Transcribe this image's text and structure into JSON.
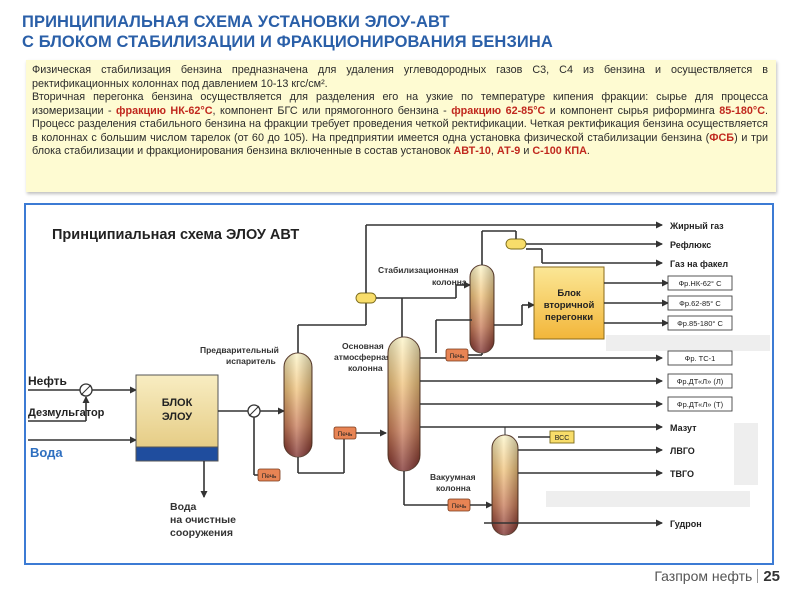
{
  "title": {
    "line1": "ПРИНЦИПИАЛЬНАЯ СХЕМА УСТАНОВКИ ЭЛОУ-АВТ",
    "line2": "С БЛОКОМ СТАБИЛИЗАЦИИ И ФРАКЦИОНИРОВАНИЯ БЕНЗИНА"
  },
  "note": {
    "p1": "Физическая стабилизация бензина предназначена для удаления углеводородных газов С3, С4 из бензина и осуществляется в ректификационных колоннах под давлением 10-13 кгс/см².",
    "p2_a": "Вторичная перегонка бензина осуществляется для разделения его на узкие по температуре кипения фракции: сырье для процесса изомеризации - ",
    "p2_b": "фракцию НК-62°С",
    "p2_c": ", компонент БГС или прямогонного бензина - ",
    "p2_d": "фракцию 62-85°С",
    "p2_e": " и компонент сырья риформинга ",
    "p2_f": "85-180°С",
    "p2_g": ". Процесс разделения стабильного бензина на фракции требует проведения четкой ректификации. Четкая ректификация бензина осуществляется в колоннах с большим числом тарелок (от 60 до 105). На предприятии имеется одна установка физической стабилизации бензина (",
    "p2_h": "ФСБ",
    "p2_i": ") и три блока стабилизации и фракционирования бензина включенные в состав установок ",
    "p2_j": "АВТ-10",
    "p2_k": ", ",
    "p2_l": "АТ-9",
    "p2_m": " и ",
    "p2_n": "С-100 КПА",
    "p2_o": "."
  },
  "diagram": {
    "heading": "Принципиальная схема ЭЛОУ АВТ",
    "inputs": {
      "oil": "Нефть",
      "demulsifier": "Дезмульгатор",
      "water": "Вода"
    },
    "eldou_block": {
      "line1": "БЛОК",
      "line2": "ЭЛОУ"
    },
    "water_out": {
      "line1": "Вода",
      "line2": "на очистные",
      "line3": "сооружения"
    },
    "pre_evaporator": {
      "line1": "Предварительный",
      "line2": "испаритель"
    },
    "main_column": {
      "line1": "Основная",
      "line2": "атмосферная",
      "line3": "колонна"
    },
    "stab_column": {
      "line1": "Стабилизационная",
      "line2": "колонна"
    },
    "vacuum_column": {
      "line1": "Вакуумная",
      "line2": "колонна"
    },
    "secondary_block": {
      "line1": "Блок",
      "line2": "вторичной",
      "line3": "перегонки"
    },
    "furnace": "Печь",
    "vss": "ВСС",
    "outputs_top": [
      "Жирный газ",
      "Рефлюкс",
      "Газ на факел"
    ],
    "fractions": [
      "Фр.НК-62° С",
      "Фр.62-85° С",
      "Фр.85-180° С",
      "Фр. ТС-1",
      "Фр.ДТ«Л» (Л)",
      "Фр.ДТ«Л» (Т)"
    ],
    "outputs_bottom": [
      "Мазут",
      "ЛВГО",
      "ТВГО",
      "Гудрон"
    ]
  },
  "footer": {
    "brand": "Газпром нефть",
    "page": "25"
  }
}
